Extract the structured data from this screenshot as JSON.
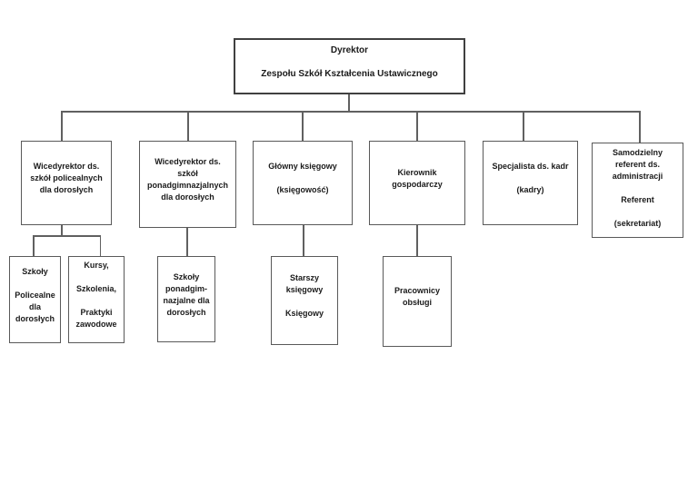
{
  "page": {
    "background": "#ffffff"
  },
  "colors": {
    "root_border": "#404040",
    "box_border": "#595959",
    "connector": "#606060",
    "text": "#1a1a1a"
  },
  "org_chart": {
    "root": {
      "id": "dyrektor",
      "lines": [
        "Dyrektor",
        "",
        "Zespołu Szkół Kształcenia Ustawicznego"
      ]
    },
    "management_row": [
      {
        "id": "wicedyrektor-szkoly-policealne",
        "lines": [
          "Wicedyrektor ds.",
          "szkół policealnych",
          "dla dorosłych"
        ]
      },
      {
        "id": "wicedyrektor-szkoly-ponadgimnazjalne",
        "lines": [
          "Wicedyrektor ds.",
          "szkół",
          "ponadgimnazjalnych",
          "dla dorosłych"
        ]
      },
      {
        "id": "glowny-ksiegowy",
        "lines": [
          "Główny księgowy",
          "",
          "(księgowość)"
        ]
      },
      {
        "id": "kierownik-gospodarczy",
        "lines": [
          "Kierownik",
          "gospodarczy"
        ]
      },
      {
        "id": "specjalista-kadr",
        "lines": [
          "Specjalista ds. kadr",
          "",
          "(kadry)"
        ]
      },
      {
        "id": "samodzielny-referent",
        "lines": [
          "Samodzielny",
          "referent ds.",
          "administracji",
          "",
          "Referent",
          "",
          "(sekretariat)"
        ]
      }
    ],
    "units_row": [
      {
        "id": "szkoly-policealne",
        "lines": [
          "Szkoły",
          "",
          "Policealne",
          "dla",
          "dorosłych"
        ]
      },
      {
        "id": "kursy-szkolenia",
        "lines": [
          "Kursy,",
          "",
          "Szkolenia,",
          "",
          "Praktyki",
          "zawodowe"
        ]
      },
      {
        "id": "szkoly-ponadgimnazjalne",
        "lines": [
          "Szkoły",
          "ponadgim-",
          "nazjalne dla",
          "dorosłych"
        ]
      },
      {
        "id": "starszy-ksiegowy",
        "lines": [
          "Starszy",
          "księgowy",
          "",
          "Księgowy"
        ]
      },
      {
        "id": "pracownicy-obslugi",
        "lines": [
          "Pracownicy",
          "obsługi"
        ]
      }
    ]
  }
}
